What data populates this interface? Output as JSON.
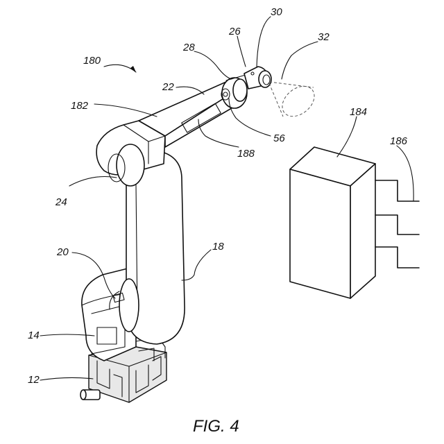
{
  "figure": {
    "caption": "FIG. 4",
    "labels": {
      "l180": "180",
      "l182": "182",
      "l22": "22",
      "l28": "28",
      "l26": "26",
      "l30": "30",
      "l32": "32",
      "l56": "56",
      "l188": "188",
      "l24": "24",
      "l18": "18",
      "l20": "20",
      "l14": "14",
      "l12": "12",
      "l184": "184",
      "l186": "186"
    }
  }
}
